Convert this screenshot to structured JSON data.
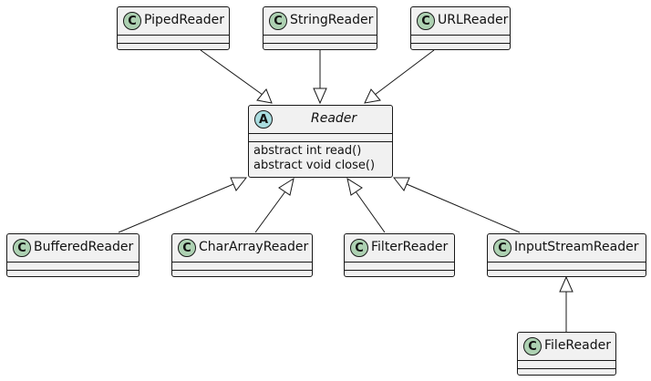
{
  "diagram": {
    "abstract_class": {
      "stereotype_icon": "A",
      "name": "Reader",
      "methods": [
        "abstract int read()",
        "abstract void close()"
      ]
    },
    "parents_row": [
      {
        "icon": "C",
        "name": "PipedReader"
      },
      {
        "icon": "C",
        "name": "StringReader"
      },
      {
        "icon": "C",
        "name": "URLReader"
      }
    ],
    "children_row": [
      {
        "icon": "C",
        "name": "BufferedReader"
      },
      {
        "icon": "C",
        "name": "CharArrayReader"
      },
      {
        "icon": "C",
        "name": "FilterReader"
      },
      {
        "icon": "C",
        "name": "InputStreamReader"
      }
    ],
    "grandchild": {
      "icon": "C",
      "name": "FileReader"
    }
  }
}
